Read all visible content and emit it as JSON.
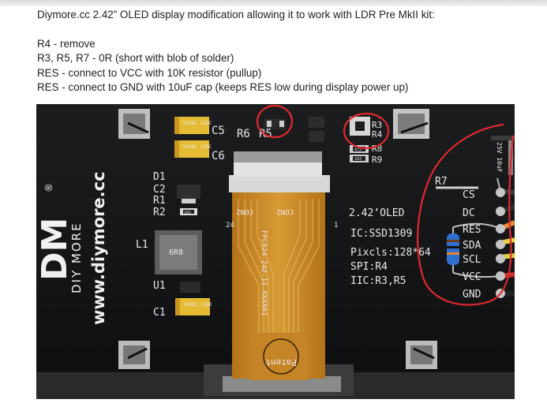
{
  "document": {
    "heading": "Diymore.cc 2.42” OLED display modification allowing it to work with LDR Pre MkII kit:",
    "lines": [
      "R4 - remove",
      "R3, R5, R7 - 0R (short with blob of solder)",
      "RES - connect to VCC with 10K resistor (pullup)",
      "RES - connect to GND with 10uF cap (keeps RES low during display power up)"
    ]
  },
  "photo": {
    "board_labels": {
      "c5": "C5",
      "r6": "R6",
      "r5": "R5",
      "r3": "R3",
      "r4": "R4",
      "r8": "R8",
      "r9": "R9",
      "c6": "C6",
      "d1": "D1",
      "c2": "C2",
      "r1": "R1",
      "r2": "R2",
      "l1": "L1",
      "u1": "U1",
      "c1": "C1",
      "r7": "R7",
      "con2_a": "CON2",
      "con2_b": "CON2",
      "pin24": "24",
      "pin1": "1",
      "cs": "CS",
      "dc": "DC",
      "res": "RES",
      "sda": "SDA",
      "scl": "SCL",
      "vcc": "VCC",
      "gnd": "GND",
      "oled": "2.42’OLED",
      "ic": "IC:SSD1309",
      "pixels": "Pixcls:128*64",
      "spi": "SPI:R4",
      "iic": "IIC:R3,R5",
      "brand_url": "www.diymore.cc",
      "brand_name": "DIY MORE",
      "logo": "DM",
      "registered": "®",
      "ribbon_code": "FPC024-242-11-XXXX01",
      "patent": "Patent",
      "cap_value": "25V 10uF",
      "inductor": "6R8",
      "tant_a": "SHIDL 226C",
      "tant_b": "SHIDL 226C",
      "tant_c": "SHIDL 226C",
      "res_102": "102",
      "res_103": "103",
      "res_472": "472"
    },
    "colors": {
      "board": "#151617",
      "annotation": "#e0282f",
      "flex": "#c98a28",
      "tantalum": "#e9c23a"
    }
  }
}
